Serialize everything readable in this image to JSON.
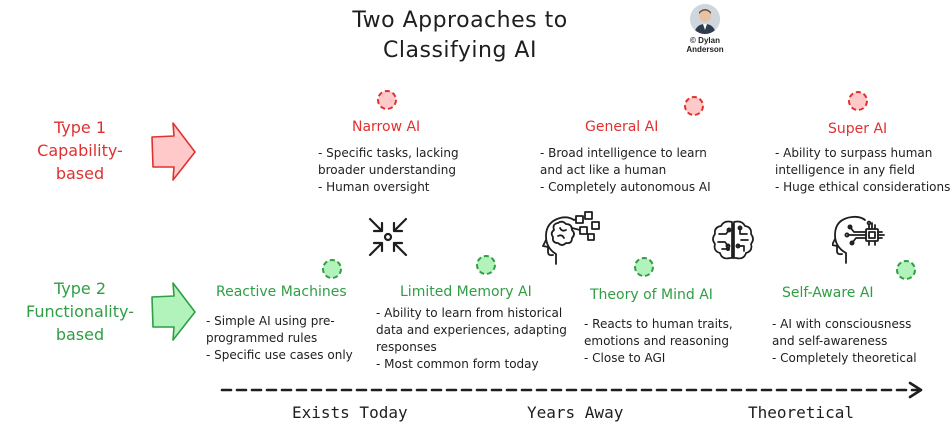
{
  "title_lines": [
    "Two Approaches to",
    "Classifying AI"
  ],
  "credit": [
    "© Dylan",
    "Anderson"
  ],
  "type1": {
    "lines": [
      "Type 1",
      "Capability-",
      "based"
    ],
    "color": "#e03131",
    "arrow_fill": "#ffc9c9",
    "items": [
      {
        "heading": "Narrow AI",
        "bullets": [
          "- Specific tasks, lacking",
          "broader understanding",
          "- Human oversight"
        ]
      },
      {
        "heading": "General AI",
        "bullets": [
          "- Broad intelligence to learn",
          "and act like a human",
          "- Completely autonomous AI"
        ]
      },
      {
        "heading": "Super AI",
        "bullets": [
          "- Ability to surpass human",
          "intelligence in any field",
          "- Huge ethical considerations"
        ]
      }
    ]
  },
  "type2": {
    "lines": [
      "Type 2",
      "Functionality-",
      "based"
    ],
    "color": "#2f9e44",
    "arrow_fill": "#b2f2bb",
    "items": [
      {
        "heading": "Reactive Machines",
        "bullets": [
          "- Simple AI using pre-",
          "programmed rules",
          "- Specific use cases only"
        ]
      },
      {
        "heading": "Limited Memory AI",
        "bullets": [
          "- Ability to learn from historical",
          "data and experiences, adapting",
          "responses",
          "- Most common form today"
        ]
      },
      {
        "heading": "Theory of Mind AI",
        "bullets": [
          "- Reacts to human traits,",
          "emotions and reasoning",
          "- Close to AGI"
        ]
      },
      {
        "heading": "Self-Aware AI",
        "bullets": [
          "- AI with consciousness",
          "and self-awareness",
          "- Completely theoretical"
        ]
      }
    ]
  },
  "timeline": [
    "Exists Today",
    "Years Away",
    "Theoretical"
  ],
  "icons": [
    "compress-arrows-icon",
    "brain-circuit-head-icon",
    "circuit-brain-icon",
    "chip-head-icon"
  ]
}
